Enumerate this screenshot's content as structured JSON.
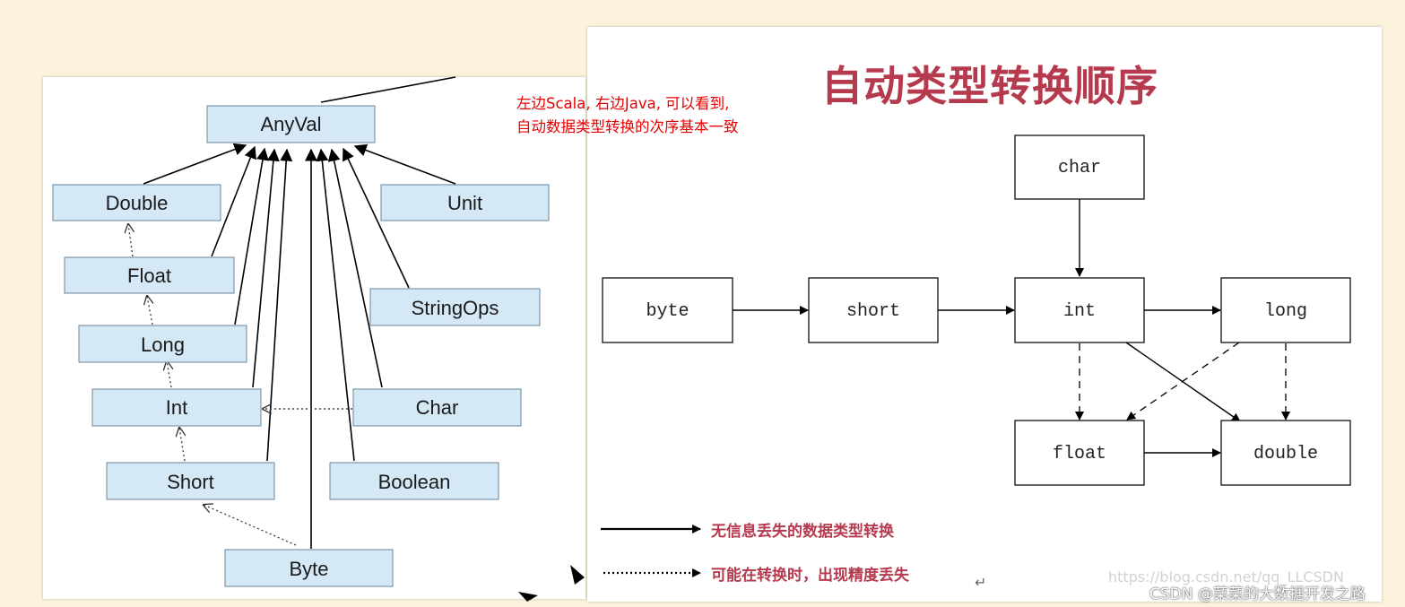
{
  "note": {
    "line1": "左边Scala, 右边Java, 可以看到,",
    "line2": "自动数据类型转换的次序基本一致"
  },
  "scala_diagram": {
    "nodes": {
      "anyval": "AnyVal",
      "double": "Double",
      "unit": "Unit",
      "float": "Float",
      "stringops": "StringOps",
      "long": "Long",
      "int": "Int",
      "char": "Char",
      "short": "Short",
      "boolean": "Boolean",
      "byte": "Byte"
    }
  },
  "java_diagram": {
    "title": "自动类型转换顺序",
    "nodes": {
      "char": "char",
      "byte": "byte",
      "short": "short",
      "int": "int",
      "long": "long",
      "float": "float",
      "double": "double"
    },
    "legend": {
      "solid": "无信息丢失的数据类型转换",
      "dotted": "可能在转换时，出现精度丢失",
      "return_mark": "↵"
    }
  },
  "watermark": {
    "url": "https://blog.csdn.net/qq_LLCSDN",
    "credit": "CSDN @菜菜的大数据开发之路"
  },
  "colors": {
    "background": "#fcf3dd",
    "scala_box_fill": "#d4e8f6",
    "note_red": "#e60000",
    "title_red": "#b53a4e"
  }
}
